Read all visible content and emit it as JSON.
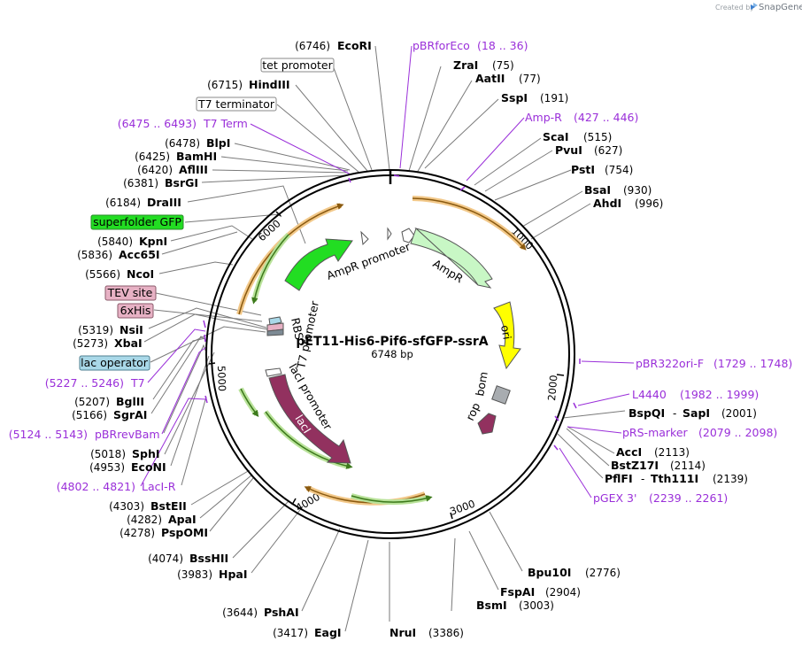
{
  "credit": {
    "text": "Created by",
    "brand": "SnapGene"
  },
  "plasmid": {
    "name": "pET11-His6-Pif6-sfGFP-ssrA",
    "length": "6748 bp"
  },
  "ticks": [
    "1000",
    "2000",
    "3000",
    "4000",
    "5000",
    "6000"
  ],
  "colors": {
    "primer": "#9a2fd9",
    "orange": "#f2a93b",
    "green": "#63b33a",
    "ampr": "#c8f7c5",
    "ori": "#ffff00",
    "laci": "#92315f",
    "sfgfp": "#22dd22",
    "rop": "#a8acb0"
  },
  "inner_features": {
    "ampr_promoter": "AmpR promoter",
    "ampr": "AmpR",
    "ori": "ori",
    "bom": "bom",
    "rop": "rop",
    "laci": "lacI",
    "laci_promoter": "lacI promoter",
    "t7_promoter": "T7 promoter",
    "rbs": "RBS"
  },
  "labels": {
    "ecori": {
      "pos": "(6746)",
      "name": "EcoRI"
    },
    "pbrforeco": {
      "name": "pBRforEco",
      "range": "(18 .. 36)"
    },
    "tet_promoter": {
      "name": "tet promoter"
    },
    "zrai": {
      "name": "ZraI",
      "pos": "(75)"
    },
    "aatii": {
      "name": "AatII",
      "pos": "(77)"
    },
    "hindiii": {
      "pos": "(6715)",
      "name": "HindIII"
    },
    "sspi": {
      "name": "SspI",
      "pos": "(191)"
    },
    "t7_terminator": {
      "name": "T7 terminator"
    },
    "ampr_primer": {
      "name": "Amp-R",
      "range": "(427 .. 446)"
    },
    "t7term": {
      "range": "(6475 .. 6493)",
      "name": "T7 Term"
    },
    "scai": {
      "name": "ScaI",
      "pos": "(515)"
    },
    "blpi": {
      "pos": "(6478)",
      "name": "BlpI"
    },
    "pvui": {
      "name": "PvuI",
      "pos": "(627)"
    },
    "bamhi": {
      "pos": "(6425)",
      "name": "BamHI"
    },
    "afliii": {
      "pos": "(6420)",
      "name": "AflIII"
    },
    "psti": {
      "name": "PstI",
      "pos": "(754)"
    },
    "bsrgi": {
      "pos": "(6381)",
      "name": "BsrGI"
    },
    "bsai": {
      "name": "BsaI",
      "pos": "(930)"
    },
    "draiii": {
      "pos": "(6184)",
      "name": "DraIII"
    },
    "ahdi": {
      "name": "AhdI",
      "pos": "(996)"
    },
    "superfolder_gfp": {
      "name": "superfolder GFP"
    },
    "kpni": {
      "pos": "(5840)",
      "name": "KpnI"
    },
    "acc65i": {
      "pos": "(5836)",
      "name": "Acc65I"
    },
    "ncoi": {
      "pos": "(5566)",
      "name": "NcoI"
    },
    "tev_site": {
      "name": "TEV site"
    },
    "sixhis": {
      "name": "6xHis"
    },
    "nsii": {
      "pos": "(5319)",
      "name": "NsiI"
    },
    "xbai": {
      "pos": "(5273)",
      "name": "XbaI"
    },
    "lac_operator": {
      "name": "lac operator"
    },
    "pbr322ori": {
      "name": "pBR322ori-F",
      "range": "(1729 .. 1748)"
    },
    "t7": {
      "range": "(5227 .. 5246)",
      "name": "T7"
    },
    "l4440": {
      "name": "L4440",
      "range": "(1982 .. 1999)"
    },
    "bglii": {
      "pos": "(5207)",
      "name": "BglII"
    },
    "bspqi": {
      "name": "BspQI",
      "sep": "-",
      "name2": "SapI",
      "pos": "(2001)"
    },
    "sgrai": {
      "pos": "(5166)",
      "name": "SgrAI"
    },
    "rs_marker": {
      "name": "pRS-marker",
      "range": "(2079 .. 2098)"
    },
    "pbrrevbam": {
      "range": "(5124 .. 5143)",
      "name": "pBRrevBam"
    },
    "acci": {
      "name": "AccI",
      "pos": "(2113)"
    },
    "sphi": {
      "pos": "(5018)",
      "name": "SphI"
    },
    "bstz17i": {
      "name": "BstZ17I",
      "pos": "(2114)"
    },
    "econi": {
      "pos": "(4953)",
      "name": "EcoNI"
    },
    "pflfi": {
      "name": "PflFI",
      "sep": "-",
      "name2": "Tth111I",
      "pos": "(2139)"
    },
    "laci_r": {
      "range": "(4802 .. 4821)",
      "name": "LacI-R"
    },
    "pgex3": {
      "name": "pGEX 3'",
      "range": "(2239 .. 2261)"
    },
    "bsteii": {
      "pos": "(4303)",
      "name": "BstEII"
    },
    "apai": {
      "pos": "(4282)",
      "name": "ApaI"
    },
    "pspomi": {
      "pos": "(4278)",
      "name": "PspOMI"
    },
    "bsshii": {
      "pos": "(4074)",
      "name": "BssHII"
    },
    "hpai": {
      "pos": "(3983)",
      "name": "HpaI"
    },
    "bpu10i": {
      "name": "Bpu10I",
      "pos": "(2776)"
    },
    "fspai": {
      "name": "FspAI",
      "pos": "(2904)"
    },
    "bsmi": {
      "name": "BsmI",
      "pos": "(3003)"
    },
    "pshai": {
      "pos": "(3644)",
      "name": "PshAI"
    },
    "eagi": {
      "pos": "(3417)",
      "name": "EagI"
    },
    "nrui": {
      "name": "NruI",
      "pos": "(3386)"
    }
  }
}
